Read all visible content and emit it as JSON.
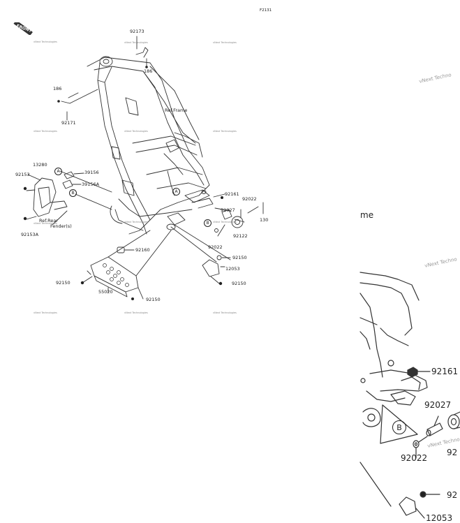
{
  "page_code": "F2131",
  "front_badge": "FRONT",
  "ref_labels": {
    "frame": "Ref.Frame",
    "rear_fender_1": "Ref.Rear",
    "rear_fender_2": "Fender(s)"
  },
  "markers": {
    "a": "A",
    "b": "B"
  },
  "watermark": "vNext Technologies",
  "parts": {
    "p92173": "92173",
    "p186a": "186",
    "p186b": "186",
    "p92171": "92171",
    "p13280": "13280",
    "p39156": "39156",
    "p39156A": "39156A",
    "p92153": "92153",
    "p92153A": "92153A",
    "p92161": "92161",
    "p92022a": "92022",
    "p92027": "92027",
    "p130": "130",
    "p92122": "92122",
    "p92022b": "92022",
    "p92160": "92160",
    "p92150a": "92150",
    "p12053": "12053",
    "p92150b": "92150",
    "p92150c": "92150",
    "p55020": "55020",
    "p92150d": "92150"
  },
  "zoom": {
    "frame_fragment": "me",
    "p92161": "92161",
    "p92027": "92027",
    "p92022": "92022",
    "p92_partial": "92",
    "p92_partial2": "92",
    "p12053": "12053",
    "marker_b": "B",
    "watermark_1": "vNext Techno",
    "watermark_2": "vNext Techno",
    "watermark_3": "vNext Techno"
  }
}
